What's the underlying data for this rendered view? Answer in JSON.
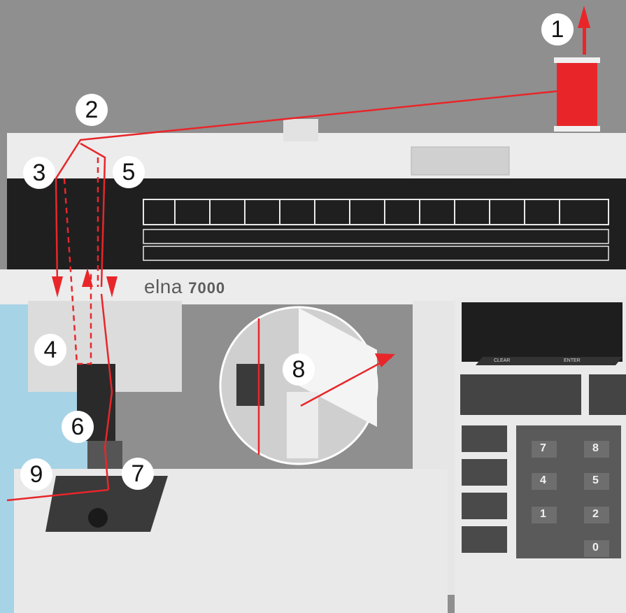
{
  "brand": {
    "name": "elna",
    "model": "7000"
  },
  "callouts": [
    {
      "number": "1"
    },
    {
      "number": "2"
    },
    {
      "number": "3"
    },
    {
      "number": "4"
    },
    {
      "number": "5"
    },
    {
      "number": "6"
    },
    {
      "number": "7"
    },
    {
      "number": "8"
    },
    {
      "number": "9"
    }
  ],
  "control_panel": {
    "clear_label": "CLEAR",
    "enter_label": "ENTER",
    "keypad_digits": [
      "7",
      "8",
      "4",
      "5",
      "1",
      "2",
      "0"
    ]
  },
  "colors": {
    "background": "#8f8f8f",
    "machine_body": "#ececec",
    "thread": "#e8262a",
    "display_panel": "#1f1f1f",
    "bed_plate": "#3a3a3a",
    "callout_badge": "#ffffff",
    "table_top": "#a7d3e6"
  }
}
